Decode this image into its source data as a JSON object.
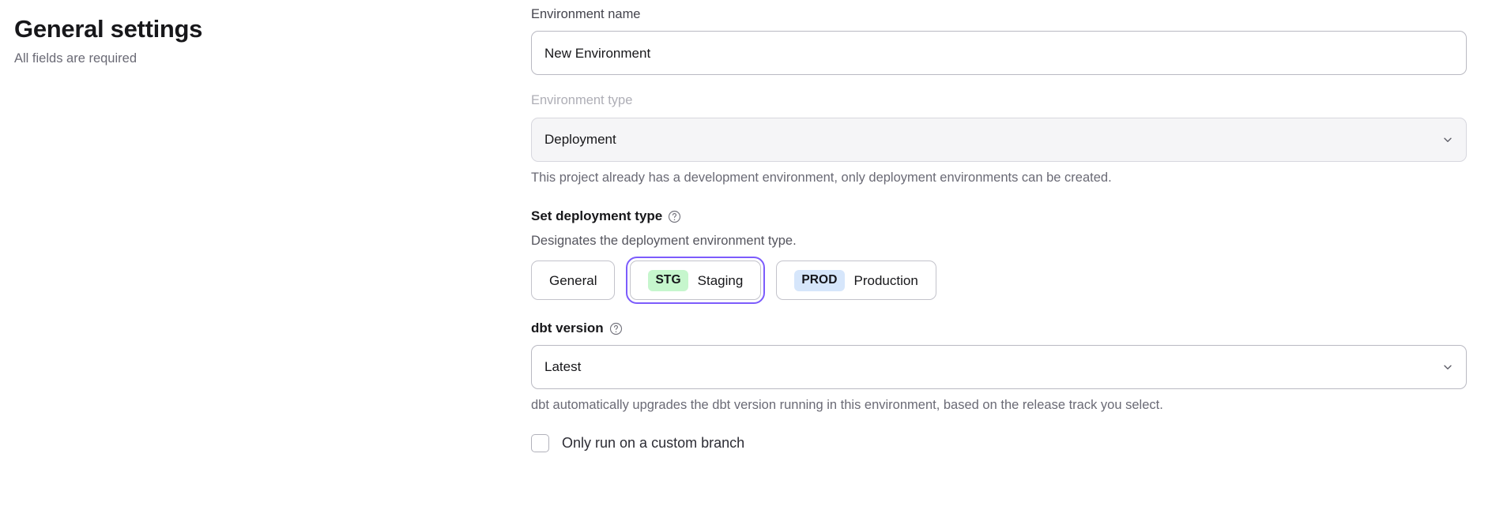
{
  "header": {
    "title": "General settings",
    "subtitle": "All fields are required"
  },
  "form": {
    "environment_name": {
      "label": "Environment name",
      "value": "New Environment",
      "placeholder": "New Environment"
    },
    "environment_type": {
      "label": "Environment type",
      "value": "Deployment",
      "disabled": true,
      "helper": "This project already has a development environment, only deployment environments can be created.",
      "chevron_icon": "chevron-down-icon"
    },
    "deployment_type": {
      "label": "Set deployment type",
      "help_icon": "question-circle-icon",
      "description": "Designates the deployment environment type.",
      "options": [
        {
          "badge": "",
          "label": "General",
          "selected": false,
          "focused": false
        },
        {
          "badge": "STG",
          "label": "Staging",
          "selected": true,
          "focused": true
        },
        {
          "badge": "PROD",
          "label": "Production",
          "selected": false,
          "focused": false
        }
      ]
    },
    "dbt_version": {
      "label": "dbt version",
      "help_icon": "question-circle-icon",
      "value": "Latest",
      "helper": "dbt automatically upgrades the dbt version running in this environment, based on the release track you select.",
      "chevron_icon": "chevron-down-icon"
    },
    "custom_branch": {
      "label": "Only run on a custom branch",
      "checked": false
    }
  },
  "colors": {
    "focus_ring": "#7c5cfc",
    "stg_badge_bg": "#c6f6cd",
    "prod_badge_bg": "#d6e6fb",
    "disabled_field_bg": "#f5f5f7",
    "text_primary": "#17171a",
    "text_muted": "#6a6a75"
  }
}
